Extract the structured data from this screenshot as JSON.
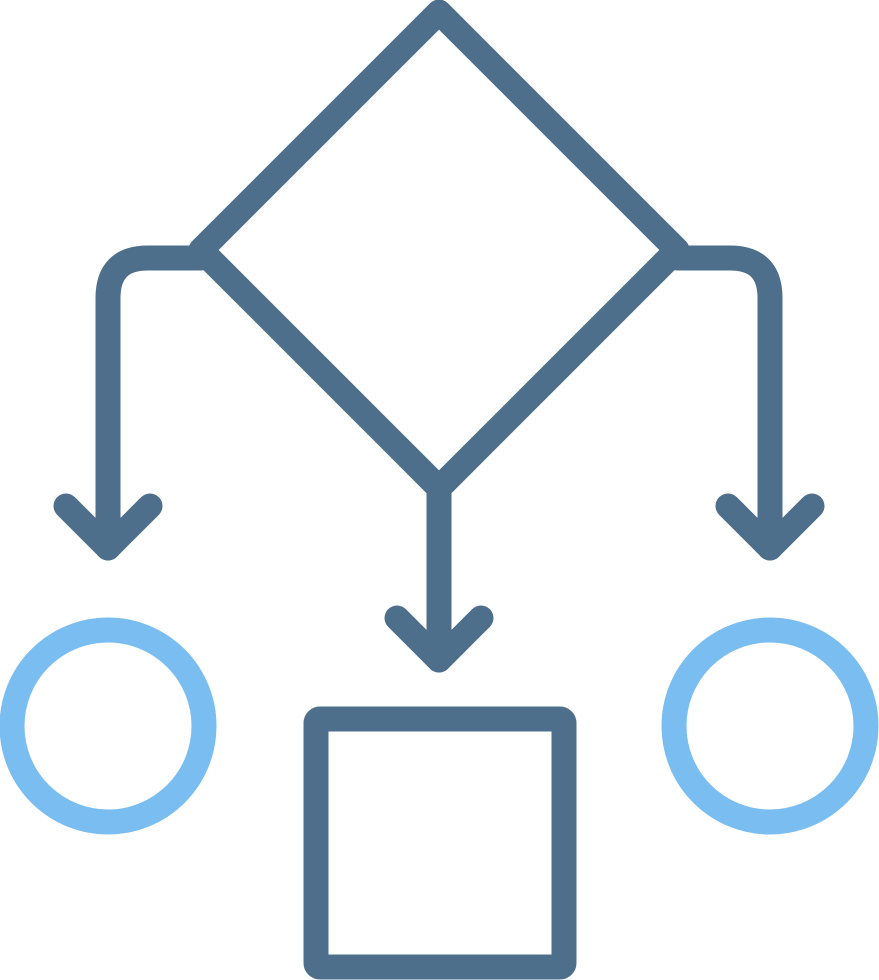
{
  "diagram": {
    "icon_name": "flowchart-decision-icon",
    "colors": {
      "primary_stroke": "#4d6f8b",
      "accent_stroke": "#7abdf0",
      "background": "#ffffff"
    },
    "nodes": [
      {
        "id": "decision",
        "shape": "diamond",
        "color": "primary"
      },
      {
        "id": "outcome-left",
        "shape": "circle",
        "color": "accent"
      },
      {
        "id": "outcome-center",
        "shape": "square",
        "color": "primary"
      },
      {
        "id": "outcome-right",
        "shape": "circle",
        "color": "accent"
      }
    ],
    "edges": [
      {
        "from": "decision",
        "to": "outcome-left"
      },
      {
        "from": "decision",
        "to": "outcome-center"
      },
      {
        "from": "decision",
        "to": "outcome-right"
      }
    ]
  }
}
